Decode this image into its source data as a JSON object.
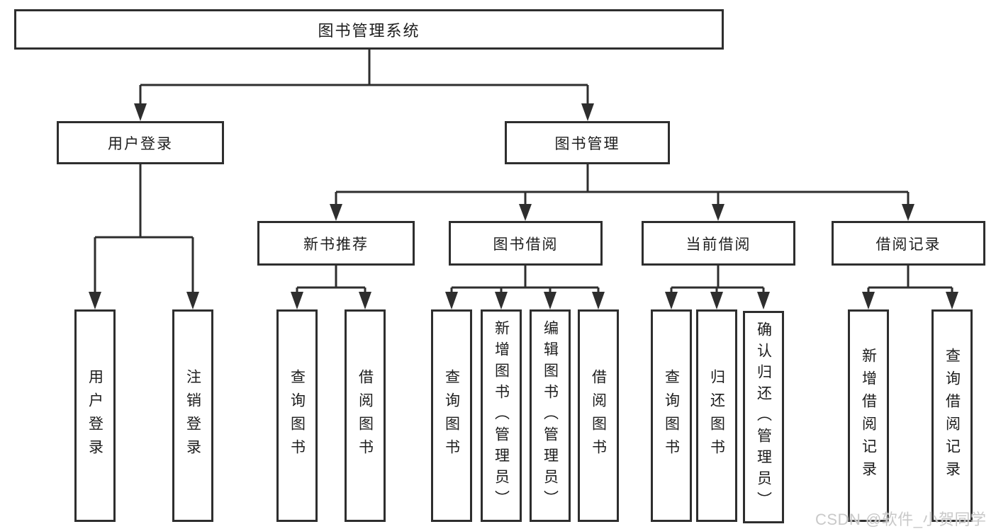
{
  "diagram": {
    "root": {
      "label": "图书管理系统"
    },
    "level2": {
      "user_login": {
        "label": "用户登录",
        "children": [
          "用户登录",
          "注销登录"
        ]
      },
      "book_management": {
        "label": "图书管理"
      }
    },
    "level3": {
      "new_book_recommend": {
        "label": "新书推荐",
        "children": [
          "查询图书",
          "借阅图书"
        ]
      },
      "book_borrow": {
        "label": "图书借阅",
        "children": [
          "查询图书",
          "新增图书（管理员）",
          "编辑图书（管理员）",
          "借阅图书"
        ]
      },
      "current_borrow": {
        "label": "当前借阅",
        "children": [
          "查询图书",
          "归还图书",
          "确认归还（管理员）"
        ]
      },
      "borrow_records": {
        "label": "借阅记录",
        "children": [
          "新增借阅记录",
          "查询借阅记录"
        ]
      }
    }
  },
  "watermark": {
    "text": "CSDN @软件_小贺同学"
  },
  "colors": {
    "line": "#2e2e2e",
    "text": "#1d1d1d",
    "background": "#ffffff",
    "watermark": "#c9c9c9"
  }
}
